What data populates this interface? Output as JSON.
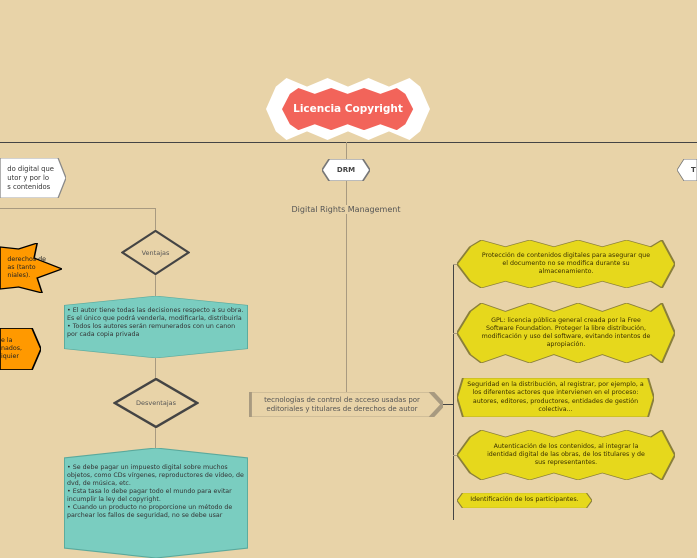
{
  "title": "Licencia Copyright",
  "colors": {
    "background": "#E8D3A8",
    "title": "#F2645A",
    "yellow": "#E6D81C",
    "teal": "#7ACDC0",
    "orange": "#FF9900"
  },
  "branches": {
    "drm": {
      "label": "DRM",
      "subtitle": "Digital Rights Management",
      "description": "tecnologías de control de acceso usadas por editoriales y titulares de derechos de autor",
      "items": [
        "Protección de contenidos digitales para asegurar que el documento no se modifica durante su almacenamiento.",
        "GPL: licencia pública general creada por la Free Software Foundation. Proteger la libre distribución, modificación y uso del software, evitando intentos de apropiación.",
        "Seguridad en la distribución, al registrar, por ejemplo, a los diferentes actores que intervienen en el proceso: autores, editores, productores, entidades de gestión colectiva...",
        "Autenticación de los contenidos, al integrar la identidad digital de las obras, de los titulares y de sus representantes.",
        "Identificación de los participantes."
      ]
    },
    "right_partial": {
      "label": "T"
    },
    "left": {
      "description": "do digital que\nutor y por lo\ns contenidos",
      "orange_burst": "derechos de\nas (tanto\nniales).",
      "orange_hex": "e la\nnados,\niquier",
      "ventajas": {
        "label": "Ventajas",
        "items": [
          "•       El autor tiene todas las decisiones respecto a su obra. Es el único que podrá venderla, modificarla, distribuirla",
          "•       Todos los autores serán remunerados con un canon por cada copia privada"
        ]
      },
      "desventajas": {
        "label": "Desventajas",
        "items": [
          "•       Se debe pagar un impuesto digital sobre muchos objetos, como CDs vírgenes, reproductores de vídeo, de dvd, de música, etc.",
          "•       Esta tasa lo debe pagar todo el mundo para evitar  incumplir la ley del copyright.",
          "•       Cuando un producto no proporcione un método de parchear los fallos de seguridad, no se debe usar"
        ]
      }
    }
  }
}
